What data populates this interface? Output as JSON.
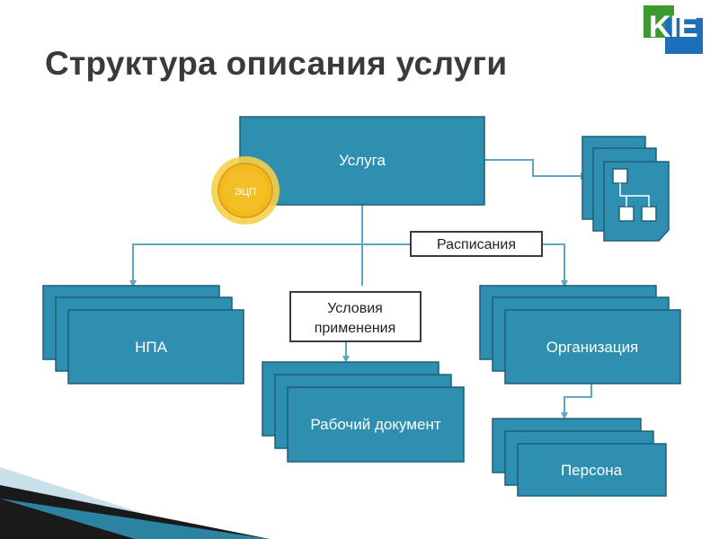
{
  "title": "Структура описания услуги",
  "logo": {
    "text": "KIE"
  },
  "nodes": {
    "service": "Услуга",
    "seal": "ЭЦП",
    "schedule": "Расписания",
    "conditions_line1": "Условия",
    "conditions_line2": "применения",
    "npa": "НПА",
    "organization": "Организация",
    "work_document": "Рабочий документ",
    "person": "Персона"
  },
  "colors": {
    "box_fill": "#2e8fb0",
    "title_text": "#3a3a3a",
    "seal_fill": "#f2b81e",
    "connector": "#5fa6c6"
  }
}
